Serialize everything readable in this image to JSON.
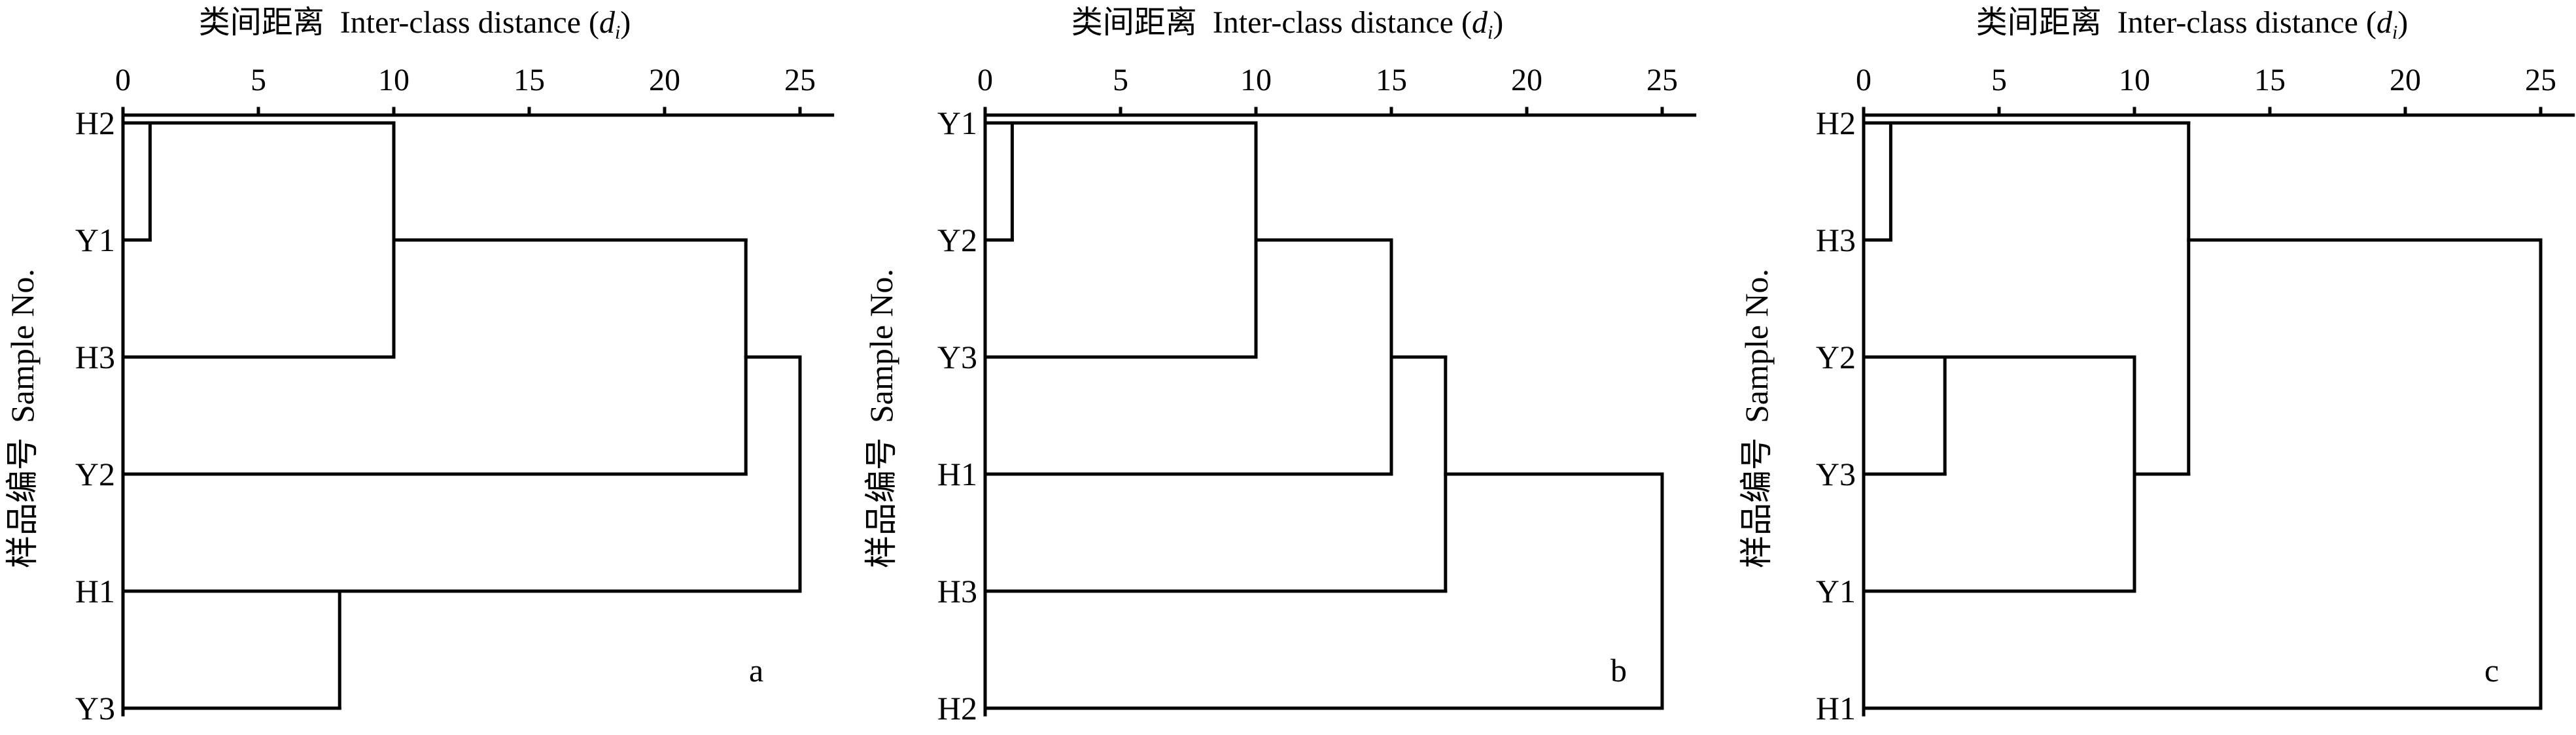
{
  "chart_data": [
    {
      "type": "dendrogram",
      "panel_label": "a",
      "title": {
        "cn": "类间距离",
        "en": "Inter-class distance (",
        "var": "d",
        "sub": "i",
        "close": ")"
      },
      "ylabel": {
        "cn": "样品编号",
        "en": "Sample No."
      },
      "xticks": [
        0,
        5,
        10,
        15,
        20,
        25
      ],
      "xlim": [
        0,
        26.2
      ],
      "leaves": [
        "H2",
        "Y1",
        "H3",
        "Y2",
        "H1",
        "Y3"
      ],
      "merges": [
        {
          "rows": [
            0,
            1
          ],
          "from": [
            0,
            0
          ],
          "d": 1
        },
        {
          "rows": [
            0,
            2
          ],
          "from": [
            1,
            0
          ],
          "d": 10
        },
        {
          "rows": [
            1,
            3
          ],
          "from": [
            10,
            0
          ],
          "d": 23
        },
        {
          "rows": [
            4,
            5
          ],
          "from": [
            0,
            0
          ],
          "d": 8
        },
        {
          "rows": [
            2,
            4
          ],
          "from": [
            23,
            8
          ],
          "d": 25
        }
      ]
    },
    {
      "type": "dendrogram",
      "panel_label": "b",
      "title": {
        "cn": "类间距离",
        "en": "Inter-class distance (",
        "var": "d",
        "sub": "i",
        "close": ")"
      },
      "ylabel": {
        "cn": "样品编号",
        "en": "Sample No."
      },
      "xticks": [
        0,
        5,
        10,
        15,
        20,
        25
      ],
      "xlim": [
        0,
        26.2
      ],
      "leaves": [
        "Y1",
        "Y2",
        "Y3",
        "H1",
        "H3",
        "H2"
      ],
      "merges": [
        {
          "rows": [
            0,
            1
          ],
          "from": [
            0,
            0
          ],
          "d": 1
        },
        {
          "rows": [
            0,
            2
          ],
          "from": [
            1,
            0
          ],
          "d": 10
        },
        {
          "rows": [
            1,
            3
          ],
          "from": [
            10,
            0
          ],
          "d": 15
        },
        {
          "rows": [
            2,
            4
          ],
          "from": [
            15,
            0
          ],
          "d": 17
        },
        {
          "rows": [
            3,
            5
          ],
          "from": [
            17,
            0
          ],
          "d": 25
        }
      ]
    },
    {
      "type": "dendrogram",
      "panel_label": "c",
      "title": {
        "cn": "类间距离",
        "en": "Inter-class distance (",
        "var": "d",
        "sub": "i",
        "close": ")"
      },
      "ylabel": {
        "cn": "样品编号",
        "en": "Sample No."
      },
      "xticks": [
        0,
        5,
        10,
        15,
        20,
        25
      ],
      "xlim": [
        0,
        26.2
      ],
      "leaves": [
        "H2",
        "H3",
        "Y2",
        "Y3",
        "Y1",
        "H1"
      ],
      "merges": [
        {
          "rows": [
            0,
            1
          ],
          "from": [
            0,
            0
          ],
          "d": 1
        },
        {
          "rows": [
            2,
            3
          ],
          "from": [
            0,
            0
          ],
          "d": 3
        },
        {
          "rows": [
            2,
            4
          ],
          "from": [
            3,
            0
          ],
          "d": 10
        },
        {
          "rows": [
            0,
            3
          ],
          "from": [
            1,
            10
          ],
          "d": 12
        },
        {
          "rows": [
            1,
            5
          ],
          "from": [
            12,
            0
          ],
          "d": 25
        }
      ]
    }
  ]
}
